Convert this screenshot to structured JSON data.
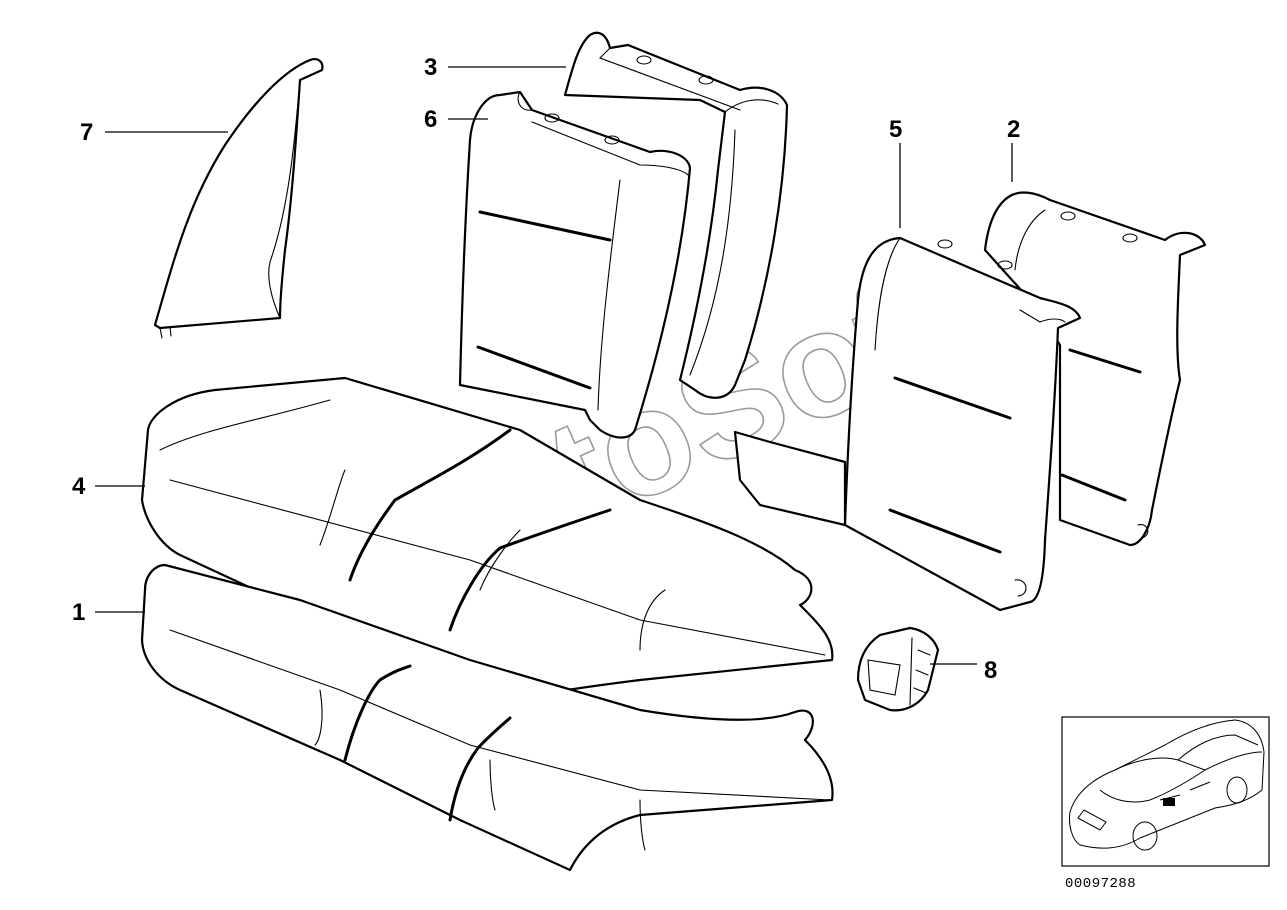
{
  "diagram": {
    "callouts": [
      {
        "id": "1",
        "label": "1"
      },
      {
        "id": "2",
        "label": "2"
      },
      {
        "id": "3",
        "label": "3"
      },
      {
        "id": "4",
        "label": "4"
      },
      {
        "id": "5",
        "label": "5"
      },
      {
        "id": "6",
        "label": "6"
      },
      {
        "id": "7",
        "label": "7"
      },
      {
        "id": "8",
        "label": "8"
      }
    ],
    "watermark": "AutoSoft",
    "reference_code": "00097288",
    "colors": {
      "line": "#000000",
      "background": "#ffffff",
      "watermark": "#9a9a9a"
    }
  }
}
